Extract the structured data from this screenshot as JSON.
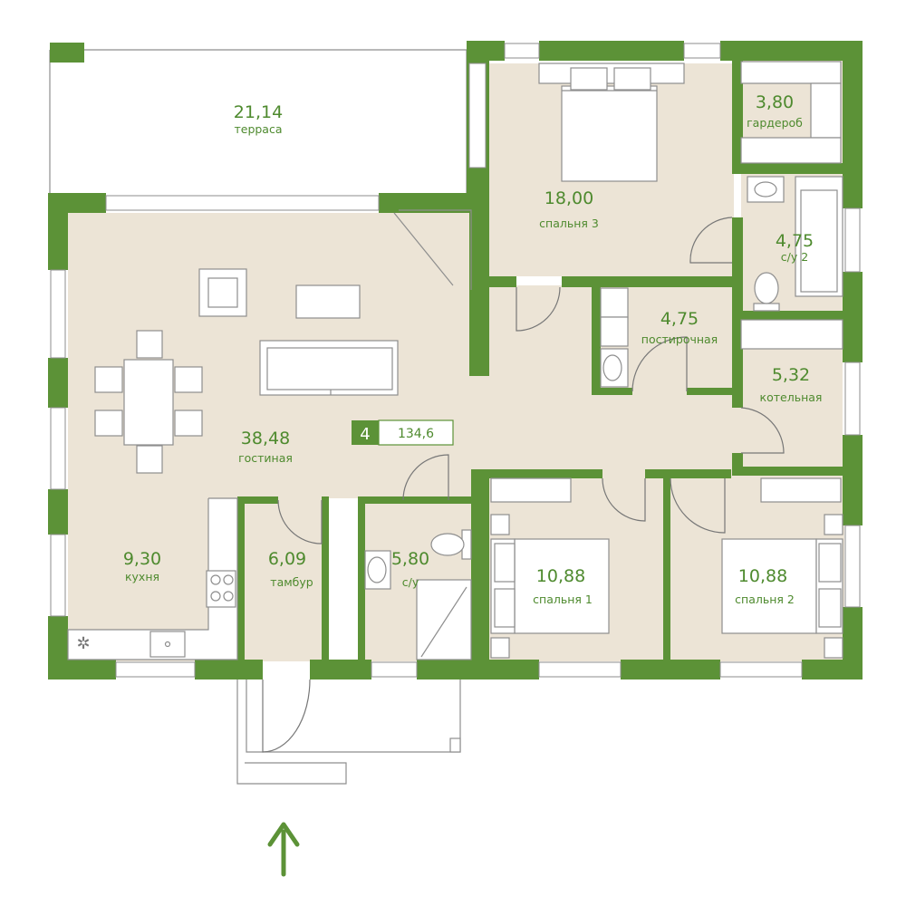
{
  "apartment": {
    "rooms_count": "4",
    "total_area": "134,6"
  },
  "rooms": {
    "terrace": {
      "area": "21,14",
      "name": "терраса"
    },
    "bedroom3": {
      "area": "18,00",
      "name": "спальня 3"
    },
    "wardrobe": {
      "area": "3,80",
      "name": "гардероб"
    },
    "bathroom2": {
      "area": "4,75",
      "name": "с/у 2"
    },
    "laundry": {
      "area": "4,75",
      "name": "постирочная"
    },
    "boiler": {
      "area": "5,32",
      "name": "котельная"
    },
    "living": {
      "area": "38,48",
      "name": "гостиная"
    },
    "kitchen": {
      "area": "9,30",
      "name": "кухня"
    },
    "vestibule": {
      "area": "6,09",
      "name": "тамбур"
    },
    "bathroom1": {
      "area": "5,80",
      "name": "с/у"
    },
    "bedroom1": {
      "area": "10,88",
      "name": "спальня 1"
    },
    "bedroom2": {
      "area": "10,88",
      "name": "спальня 2"
    }
  },
  "colors": {
    "wall": "#5c9237",
    "floor": "#ece4d6",
    "text": "#4e8a2e"
  },
  "icons": {
    "entrance": "arrow-up-icon"
  }
}
